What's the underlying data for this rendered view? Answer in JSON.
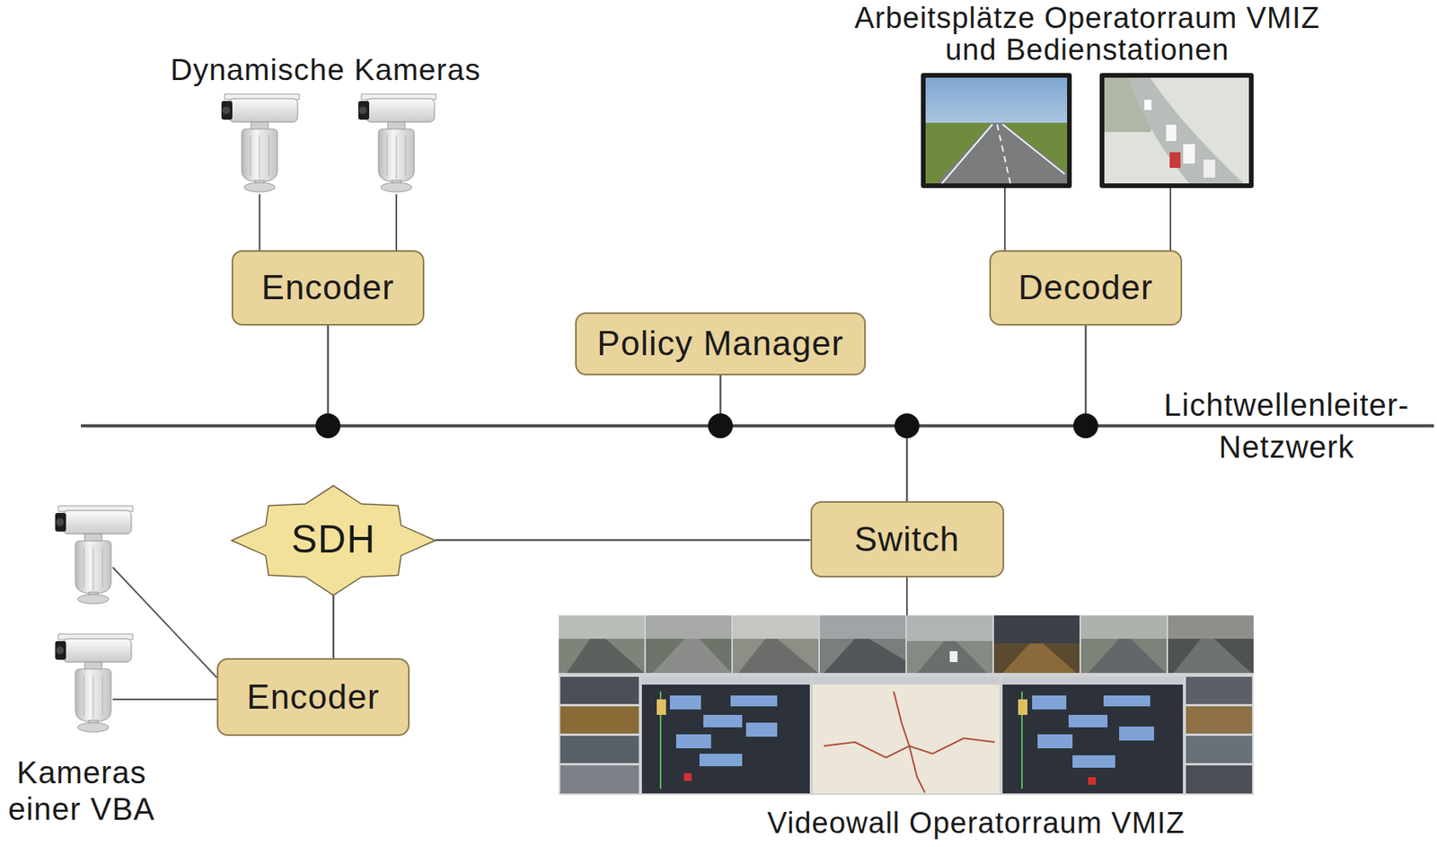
{
  "diagram": {
    "nodes": [
      {
        "text": [
          "Encoder"
        ]
      },
      {
        "text": [
          "Decoder"
        ]
      },
      {
        "text": [
          "Policy Manager"
        ]
      },
      {
        "text": [
          "Lichtwellenleiter- Netzwerk"
        ]
      },
      {
        "text": [
          "SDH"
        ]
      },
      {
        "text": [
          "Switch"
        ]
      },
      {
        "text": [
          "Encoder"
        ]
      }
    ],
    "edges": [
      {
        "from": 0,
        "to": 3,
        "arrow": "none"
      },
      {
        "from": 2,
        "to": 3,
        "arrow": "none"
      },
      {
        "from": 5,
        "to": 3,
        "arrow": "none"
      },
      {
        "from": 1,
        "to": 3,
        "arrow": "none"
      },
      {
        "from": 4,
        "to": 5,
        "arrow": "none"
      },
      {
        "from": 6,
        "to": 4,
        "arrow": "none"
      }
    ],
    "labels": [
      "Dynamische Kameras",
      "Arbeitsplätze Operatorraum VMIZ und Bedienstationen",
      "Kameras einer VBA",
      "Videowall Operatorraum VMIZ"
    ]
  }
}
